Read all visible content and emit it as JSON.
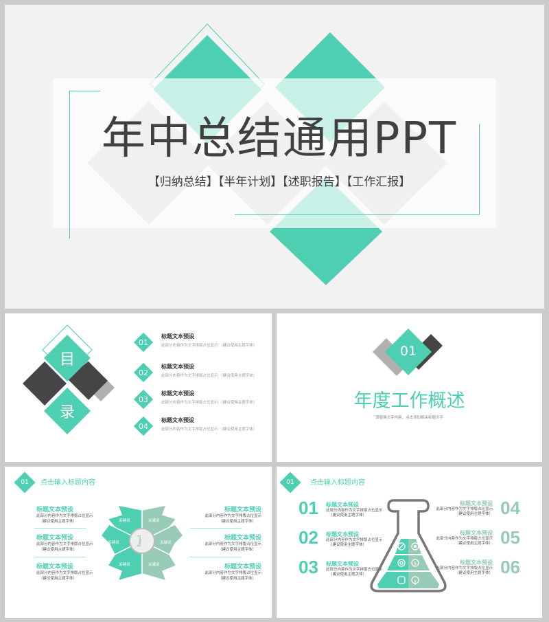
{
  "colors": {
    "accent": "#4fcfb2",
    "accent_light": "#cbf0e6",
    "accent_muted": "#97cbb6",
    "dark": "#454545",
    "gray": "#cccccc",
    "background": "#cbcbcb"
  },
  "slide1": {
    "title": "年中总结通用PPT",
    "subtitle": "【归纳总结】【半年计划】【述职报告】【工作汇报】"
  },
  "slide2": {
    "toc_char_1": "目",
    "toc_char_2": "录",
    "items": [
      {
        "num": "01",
        "title": "标题文本预设",
        "desc": "此部分内容作为文字排版占位显示 （建议使用主题字体）"
      },
      {
        "num": "02",
        "title": "标题文本预设",
        "desc": "此部分内容作为文字排版占位显示 （建议使用主题字体）"
      },
      {
        "num": "03",
        "title": "标题文本预设",
        "desc": "此部分内容作为文字排版占位显示 （建议使用主题字体）"
      },
      {
        "num": "04",
        "title": "标题文本预设",
        "desc": "此部分内容作为文字排版占位显示 （建议使用主题字体）"
      }
    ]
  },
  "slide3": {
    "num": "01",
    "title": "年度工作概述",
    "subtitle": "请替换文字内容，点击添加相关标题文字"
  },
  "slide4": {
    "badge": "01",
    "section_title": "点击输入标题内容",
    "center_icon": "〗",
    "keyword": "关键词",
    "left_items": [
      {
        "title": "标题文本预设",
        "desc1": "此部分内容作为文字排版占位显示",
        "desc2": "（建议使用主题字体）"
      },
      {
        "title": "标题文本预设",
        "desc1": "此部分内容作为文字排版占位显示",
        "desc2": "（建议使用主题字体）"
      },
      {
        "title": "标题文本预设",
        "desc1": "此部分内容作为文字排版占位显示",
        "desc2": "（建议使用主题字体）"
      }
    ],
    "right_items": [
      {
        "title": "标题文本预设",
        "desc1": "此部分内容作为文字排版占位显示",
        "desc2": "（建议使用主题字体）"
      },
      {
        "title": "标题文本预设",
        "desc1": "此部分内容作为文字排版占位显示",
        "desc2": "（建议使用主题字体）"
      },
      {
        "title": "标题文本预设",
        "desc1": "此部分内容作为文字排版占位显示",
        "desc2": "（建议使用主题字体）"
      }
    ]
  },
  "slide5": {
    "badge": "01",
    "section_title": "点击输入标题内容",
    "left_items": [
      {
        "num": "01",
        "title": "标题文本预设",
        "desc1": "此部分内容作为文字排版占位显示",
        "desc2": "（建议使用主题字体）"
      },
      {
        "num": "02",
        "title": "标题文本预设",
        "desc1": "此部分内容作为文字排版占位显示",
        "desc2": "（建议使用主题字体）"
      },
      {
        "num": "03",
        "title": "标题文本预设",
        "desc1": "此部分内容作为文字排版占位显示",
        "desc2": "（建议使用主题字体）"
      }
    ],
    "right_items": [
      {
        "num": "04",
        "title": "标题文本预设",
        "desc1": "此部分内容作为文字排版占位显示",
        "desc2": "（建议使用主题字体）"
      },
      {
        "num": "05",
        "title": "标题文本预设",
        "desc1": "此部分内容作为文字排版占位显示",
        "desc2": "（建议使用主题字体）"
      },
      {
        "num": "06",
        "title": "标题文本预设",
        "desc1": "此部分内容作为文字排版占位显示",
        "desc2": "（建议使用主题字体）"
      }
    ],
    "flask_icons": [
      "compass-icon",
      "team-icon",
      "target-icon",
      "dollar-icon",
      "linkedin-icon",
      "broadcast-icon"
    ]
  }
}
